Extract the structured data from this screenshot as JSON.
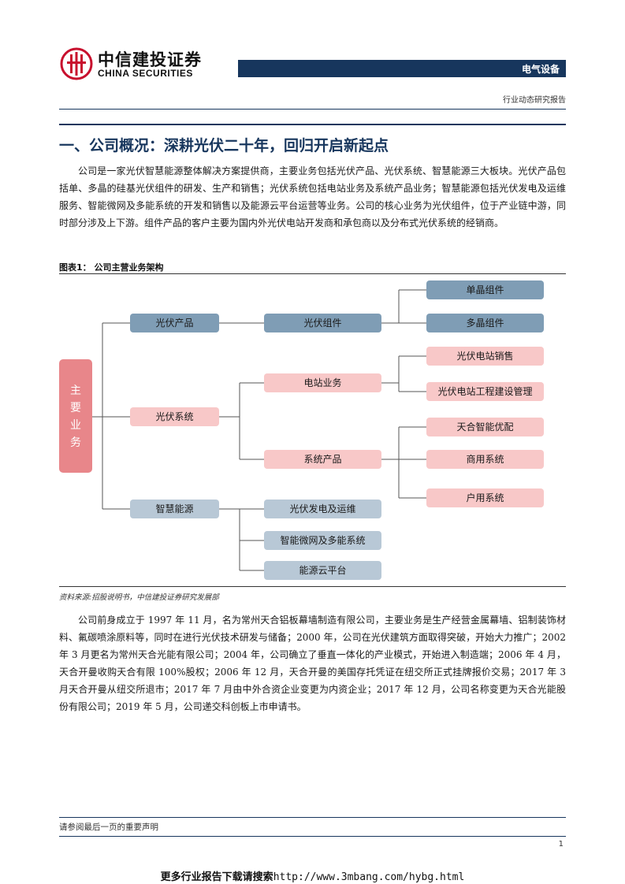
{
  "header": {
    "brand_cn": "中信建投证券",
    "brand_en": "CHINA SECURITIES",
    "sector": "电气设备",
    "report_type": "行业动态研究报告",
    "logo_icon": "china-securities-logo-icon",
    "brand_color": "#c8102e",
    "bar_color": "#17365d"
  },
  "section": {
    "title": "一、公司概况：深耕光伏二十年，回归开启新起点",
    "paragraph1": "公司是一家光伏智慧能源整体解决方案提供商，主要业务包括光伏产品、光伏系统、智慧能源三大板块。光伏产品包括单、多晶的硅基光伏组件的研发、生产和销售；光伏系统包括电站业务及系统产品业务；智慧能源包括光伏发电及运维服务、智能微网及多能系统的开发和销售以及能源云平台运营等业务。公司的核心业务为光伏组件，位于产业链中游，同时部分涉及上下游。组件产品的客户主要为国内外光伏电站开发商和承包商以及分布式光伏系统的经销商。",
    "paragraph2": "公司前身成立于 1997 年 11 月，名为常州天合铝板幕墙制造有限公司，主要业务是生产经营金属幕墙、铝制装饰材料、氟碳喷涂原料等，同时在进行光伏技术研发与储备；2000 年，公司在光伏建筑方面取得突破，开始大力推广；2002 年 3 月更名为常州天合光能有限公司；2004 年，公司确立了垂直一体化的产业模式，开始进入制造端；2006 年 4 月，天合开曼收购天合有限 100%股权；2006 年 12 月，天合开曼的美国存托凭证在纽交所正式挂牌报价交易；2017 年 3 月天合开曼从纽交所退市；2017 年 7 月由中外合资企业变更为内资企业；2017 年 12 月，公司名称变更为天合光能股份有限公司；2019 年 5 月，公司递交科创板上市申请书。"
  },
  "figure": {
    "label": "图表1：  公司主营业务架构",
    "source": "资料来源:招股说明书，中信建投证券研究发展部",
    "root": "主要业务",
    "colors": {
      "blue": "#7f9db5",
      "pink": "#f8c8c8",
      "root": "#e8868a",
      "light_blue": "#b8c8d6",
      "line": "#555555"
    },
    "l1": [
      "光伏产品",
      "光伏系统",
      "智慧能源"
    ],
    "l2": [
      "光伏组件",
      "电站业务",
      "系统产品",
      "光伏发电及运维",
      "智能微网及多能系统",
      "能源云平台"
    ],
    "l3": [
      "单晶组件",
      "多晶组件",
      "光伏电站销售",
      "光伏电站工程建设管理",
      "天合智能优配",
      "商用系统",
      "户用系统"
    ]
  },
  "footer": {
    "disclaimer": "请参阅最后一页的重要声明",
    "page": "1",
    "promo_text": "更多行业报告下载请搜索",
    "promo_url": "http://www.3mbang.com/hybg.html"
  }
}
